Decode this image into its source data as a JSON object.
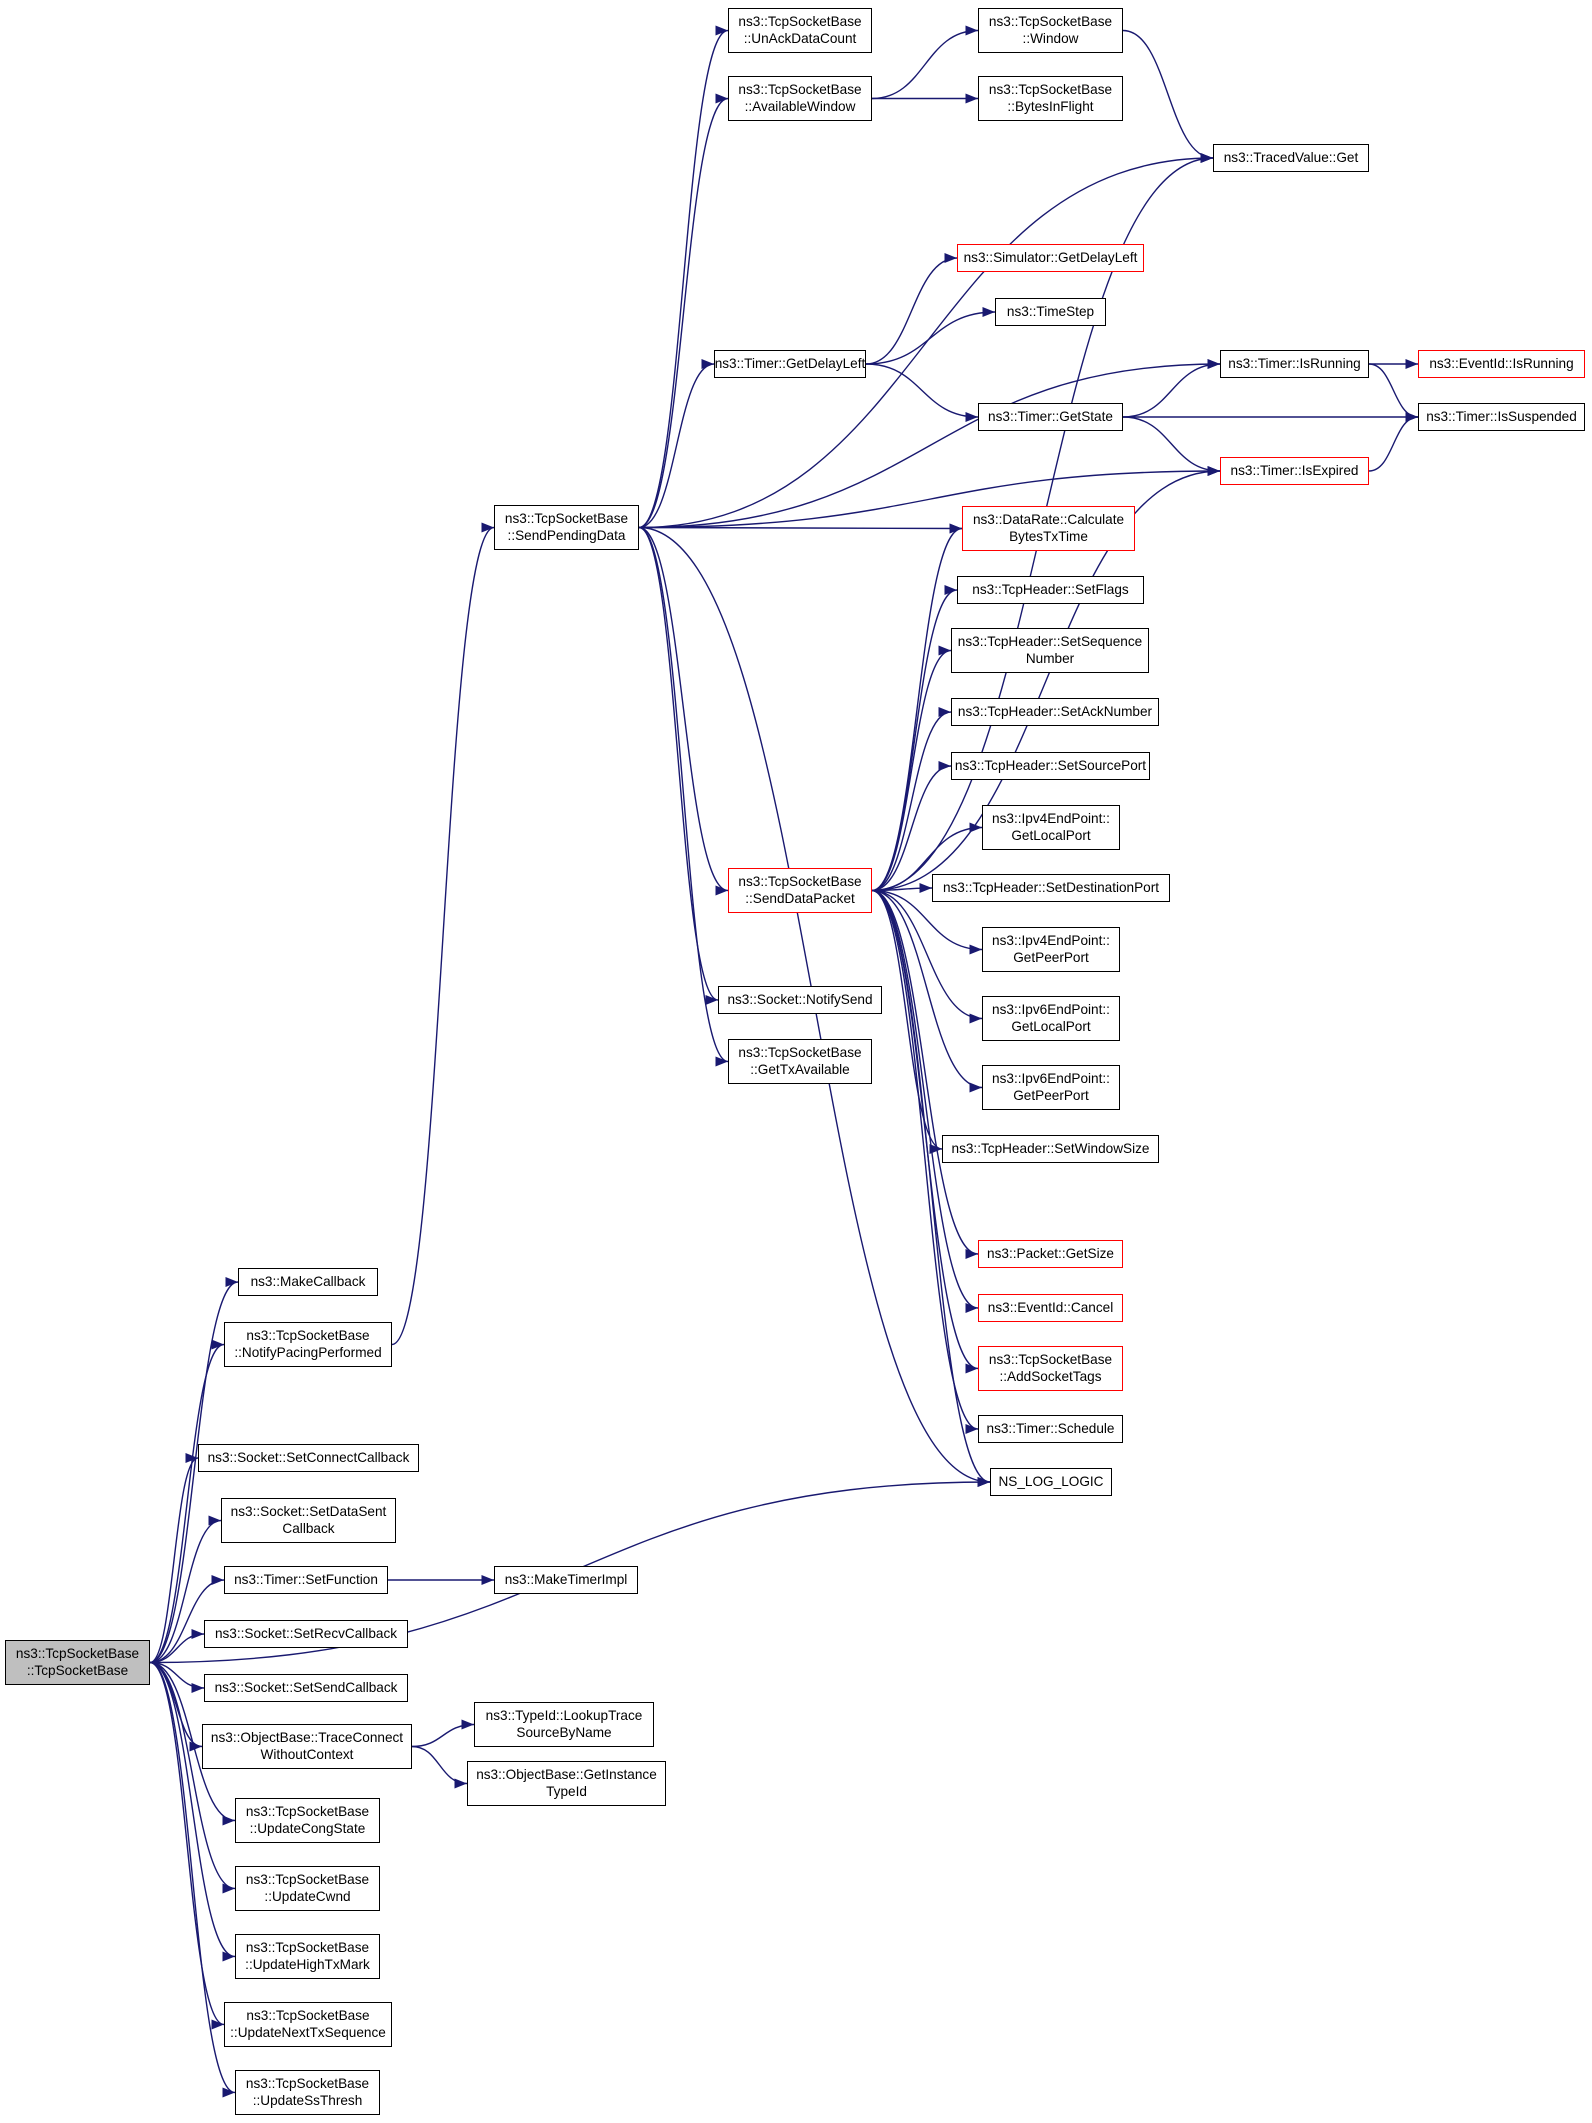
{
  "colors": {
    "edge": "#191970",
    "border": "#000000",
    "border_red": "#ff0000",
    "root_fill": "#bfbfbf"
  },
  "nodes": [
    {
      "id": "root",
      "lines": [
        "ns3::TcpSocketBase",
        "::TcpSocketBase"
      ],
      "style": "root"
    },
    {
      "id": "makecallback",
      "lines": [
        "ns3::MakeCallback"
      ]
    },
    {
      "id": "notifypacing",
      "lines": [
        "ns3::TcpSocketBase",
        "::NotifyPacingPerformed"
      ]
    },
    {
      "id": "setconnectcb",
      "lines": [
        "ns3::Socket::SetConnectCallback"
      ]
    },
    {
      "id": "setdatasentcb",
      "lines": [
        "ns3::Socket::SetDataSent",
        "Callback"
      ]
    },
    {
      "id": "setfunction",
      "lines": [
        "ns3::Timer::SetFunction"
      ]
    },
    {
      "id": "setrecvcb",
      "lines": [
        "ns3::Socket::SetRecvCallback"
      ]
    },
    {
      "id": "setsendcb",
      "lines": [
        "ns3::Socket::SetSendCallback"
      ]
    },
    {
      "id": "traceconnect",
      "lines": [
        "ns3::ObjectBase::TraceConnect",
        "WithoutContext"
      ]
    },
    {
      "id": "updatecongstate",
      "lines": [
        "ns3::TcpSocketBase",
        "::UpdateCongState"
      ]
    },
    {
      "id": "updatecwnd",
      "lines": [
        "ns3::TcpSocketBase",
        "::UpdateCwnd"
      ]
    },
    {
      "id": "updatehightx",
      "lines": [
        "ns3::TcpSocketBase",
        "::UpdateHighTxMark"
      ]
    },
    {
      "id": "updatenexttx",
      "lines": [
        "ns3::TcpSocketBase",
        "::UpdateNextTxSequence"
      ]
    },
    {
      "id": "updatessthresh",
      "lines": [
        "ns3::TcpSocketBase",
        "::UpdateSsThresh"
      ]
    },
    {
      "id": "maketimerimpl",
      "lines": [
        "ns3::MakeTimerImpl"
      ]
    },
    {
      "id": "lookuptrace",
      "lines": [
        "ns3::TypeId::LookupTrace",
        "SourceByName"
      ]
    },
    {
      "id": "getinstancetypeid",
      "lines": [
        "ns3::ObjectBase::GetInstance",
        "TypeId"
      ]
    },
    {
      "id": "sendpending",
      "lines": [
        "ns3::TcpSocketBase",
        "::SendPendingData"
      ]
    },
    {
      "id": "unackdatacount",
      "lines": [
        "ns3::TcpSocketBase",
        "::UnAckDataCount"
      ]
    },
    {
      "id": "availablewindow",
      "lines": [
        "ns3::TcpSocketBase",
        "::AvailableWindow"
      ]
    },
    {
      "id": "timergetdelayleft",
      "lines": [
        "ns3::Timer::GetDelayLeft"
      ]
    },
    {
      "id": "sendpacket",
      "lines": [
        "ns3::TcpSocketBase",
        "::SendDataPacket"
      ],
      "style": "red"
    },
    {
      "id": "notifysend",
      "lines": [
        "ns3::Socket::NotifySend"
      ]
    },
    {
      "id": "gettxavailable",
      "lines": [
        "ns3::TcpSocketBase",
        "::GetTxAvailable"
      ]
    },
    {
      "id": "window",
      "lines": [
        "ns3::TcpSocketBase",
        "::Window"
      ]
    },
    {
      "id": "bytesinflight",
      "lines": [
        "ns3::TcpSocketBase",
        "::BytesInFlight"
      ]
    },
    {
      "id": "simgetdelayleft",
      "lines": [
        "ns3::Simulator::GetDelayLeft"
      ],
      "style": "red"
    },
    {
      "id": "timestep",
      "lines": [
        "ns3::TimeStep"
      ]
    },
    {
      "id": "getstate",
      "lines": [
        "ns3::Timer::GetState"
      ]
    },
    {
      "id": "tracedvalueget",
      "lines": [
        "ns3::TracedValue::Get"
      ]
    },
    {
      "id": "timerisrunning",
      "lines": [
        "ns3::Timer::IsRunning"
      ]
    },
    {
      "id": "timerisexpired",
      "lines": [
        "ns3::Timer::IsExpired"
      ],
      "style": "red"
    },
    {
      "id": "eventisrunning",
      "lines": [
        "ns3::EventId::IsRunning"
      ],
      "style": "red"
    },
    {
      "id": "timerissuspended",
      "lines": [
        "ns3::Timer::IsSuspended"
      ]
    },
    {
      "id": "calcbytes",
      "lines": [
        "ns3::DataRate::Calculate",
        "BytesTxTime"
      ],
      "style": "red"
    },
    {
      "id": "setflags",
      "lines": [
        "ns3::TcpHeader::SetFlags"
      ]
    },
    {
      "id": "setseqnum",
      "lines": [
        "ns3::TcpHeader::SetSequence",
        "Number"
      ]
    },
    {
      "id": "setacknum",
      "lines": [
        "ns3::TcpHeader::SetAckNumber"
      ]
    },
    {
      "id": "setsrcport",
      "lines": [
        "ns3::TcpHeader::SetSourcePort"
      ]
    },
    {
      "id": "ipv4getlocal",
      "lines": [
        "ns3::Ipv4EndPoint::",
        "GetLocalPort"
      ]
    },
    {
      "id": "setdstport",
      "lines": [
        "ns3::TcpHeader::SetDestinationPort"
      ]
    },
    {
      "id": "ipv4getpeer",
      "lines": [
        "ns3::Ipv4EndPoint::",
        "GetPeerPort"
      ]
    },
    {
      "id": "ipv6getlocal",
      "lines": [
        "ns3::Ipv6EndPoint::",
        "GetLocalPort"
      ]
    },
    {
      "id": "ipv6getpeer",
      "lines": [
        "ns3::Ipv6EndPoint::",
        "GetPeerPort"
      ]
    },
    {
      "id": "setwindowsize",
      "lines": [
        "ns3::TcpHeader::SetWindowSize"
      ]
    },
    {
      "id": "packetgetsize",
      "lines": [
        "ns3::Packet::GetSize"
      ],
      "style": "red"
    },
    {
      "id": "eventcancel",
      "lines": [
        "ns3::EventId::Cancel"
      ],
      "style": "red"
    },
    {
      "id": "addsockettags",
      "lines": [
        "ns3::TcpSocketBase",
        "::AddSocketTags"
      ],
      "style": "red"
    },
    {
      "id": "timerschedule",
      "lines": [
        "ns3::Timer::Schedule"
      ]
    },
    {
      "id": "nsloglogic",
      "lines": [
        "NS_LOG_LOGIC"
      ]
    }
  ],
  "edges": [
    [
      "root",
      "makecallback"
    ],
    [
      "root",
      "notifypacing"
    ],
    [
      "root",
      "setconnectcb"
    ],
    [
      "root",
      "setdatasentcb"
    ],
    [
      "root",
      "setfunction"
    ],
    [
      "root",
      "setrecvcb"
    ],
    [
      "root",
      "setsendcb"
    ],
    [
      "root",
      "traceconnect"
    ],
    [
      "root",
      "updatecongstate"
    ],
    [
      "root",
      "updatecwnd"
    ],
    [
      "root",
      "updatehightx"
    ],
    [
      "root",
      "updatenexttx"
    ],
    [
      "root",
      "updatessthresh"
    ],
    [
      "root",
      "nsloglogic"
    ],
    [
      "notifypacing",
      "sendpending"
    ],
    [
      "setfunction",
      "maketimerimpl"
    ],
    [
      "traceconnect",
      "lookuptrace"
    ],
    [
      "traceconnect",
      "getinstancetypeid"
    ],
    [
      "sendpending",
      "unackdatacount"
    ],
    [
      "sendpending",
      "availablewindow"
    ],
    [
      "sendpending",
      "tracedvalueget"
    ],
    [
      "sendpending",
      "timerisrunning"
    ],
    [
      "sendpending",
      "timergetdelayleft"
    ],
    [
      "sendpending",
      "timerisexpired"
    ],
    [
      "sendpending",
      "calcbytes"
    ],
    [
      "sendpending",
      "sendpacket"
    ],
    [
      "sendpending",
      "notifysend"
    ],
    [
      "sendpending",
      "gettxavailable"
    ],
    [
      "sendpending",
      "nsloglogic"
    ],
    [
      "availablewindow",
      "window"
    ],
    [
      "availablewindow",
      "bytesinflight"
    ],
    [
      "window",
      "tracedvalueget"
    ],
    [
      "timergetdelayleft",
      "simgetdelayleft"
    ],
    [
      "timergetdelayleft",
      "timestep"
    ],
    [
      "timergetdelayleft",
      "getstate"
    ],
    [
      "getstate",
      "timerisrunning"
    ],
    [
      "getstate",
      "timerissuspended"
    ],
    [
      "getstate",
      "timerisexpired"
    ],
    [
      "timerisrunning",
      "eventisrunning"
    ],
    [
      "timerisrunning",
      "timerissuspended"
    ],
    [
      "timerisexpired",
      "timerissuspended"
    ],
    [
      "sendpacket",
      "tracedvalueget"
    ],
    [
      "sendpacket",
      "calcbytes"
    ],
    [
      "sendpacket",
      "setflags"
    ],
    [
      "sendpacket",
      "setseqnum"
    ],
    [
      "sendpacket",
      "setacknum"
    ],
    [
      "sendpacket",
      "setsrcport"
    ],
    [
      "sendpacket",
      "ipv4getlocal"
    ],
    [
      "sendpacket",
      "setdstport"
    ],
    [
      "sendpacket",
      "ipv4getpeer"
    ],
    [
      "sendpacket",
      "ipv6getlocal"
    ],
    [
      "sendpacket",
      "ipv6getpeer"
    ],
    [
      "sendpacket",
      "setwindowsize"
    ],
    [
      "sendpacket",
      "timerisexpired"
    ],
    [
      "sendpacket",
      "packetgetsize"
    ],
    [
      "sendpacket",
      "eventcancel"
    ],
    [
      "sendpacket",
      "addsockettags"
    ],
    [
      "sendpacket",
      "timerschedule"
    ],
    [
      "sendpacket",
      "nsloglogic"
    ]
  ]
}
